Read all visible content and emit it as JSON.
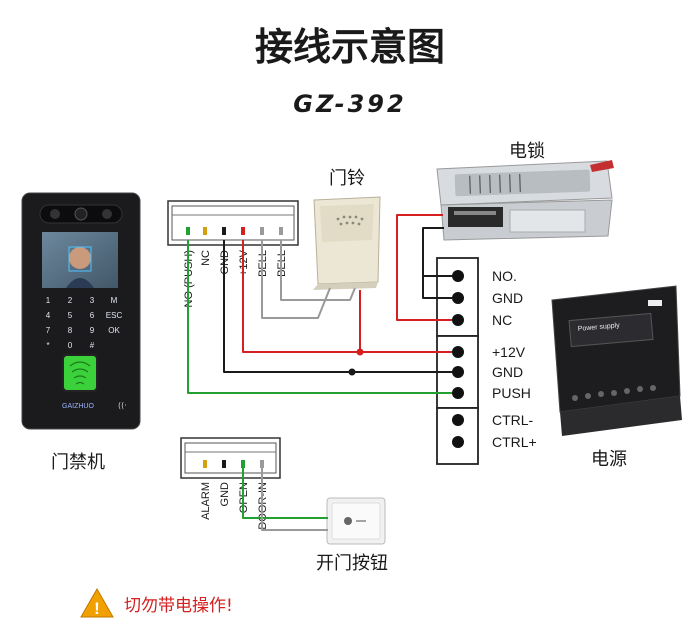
{
  "title": "接线示意图",
  "model": "GZ-392",
  "devices": {
    "access_control": {
      "label": "门禁机",
      "brand": "GAIZHUO"
    },
    "doorbell": {
      "label": "门铃"
    },
    "lock": {
      "label": "电锁"
    },
    "power": {
      "label": "电源",
      "panel_title": "Power supply"
    },
    "exit_button": {
      "label": "开门按钮"
    }
  },
  "keypad_keys": [
    "1",
    "2",
    "3",
    "M",
    "4",
    "5",
    "6",
    "ESC",
    "7",
    "8",
    "9",
    "OK",
    "*",
    "0",
    "#",
    ""
  ],
  "main_connector_pins": [
    "NO (PUSH)",
    "NC",
    "GND",
    "+12V",
    "BELL",
    "BELL"
  ],
  "aux_connector_pins": [
    "ALARM",
    "GND",
    "OPEN",
    "DOOR-IN"
  ],
  "terminal_groups": [
    [
      "NO.",
      "GND",
      "NC"
    ],
    [
      "+12V",
      "GND",
      "PUSH"
    ],
    [
      "CTRL-",
      "CTRL+"
    ]
  ],
  "warning": "切勿带电操作!",
  "colors": {
    "wire_red": "#d42020",
    "wire_green": "#22a030",
    "wire_yellow": "#d4a010",
    "wire_black": "#1a1a1a",
    "wire_gray": "#9a9a9a",
    "warning_text": "#d42020",
    "warning_icon": "#f0a000"
  }
}
